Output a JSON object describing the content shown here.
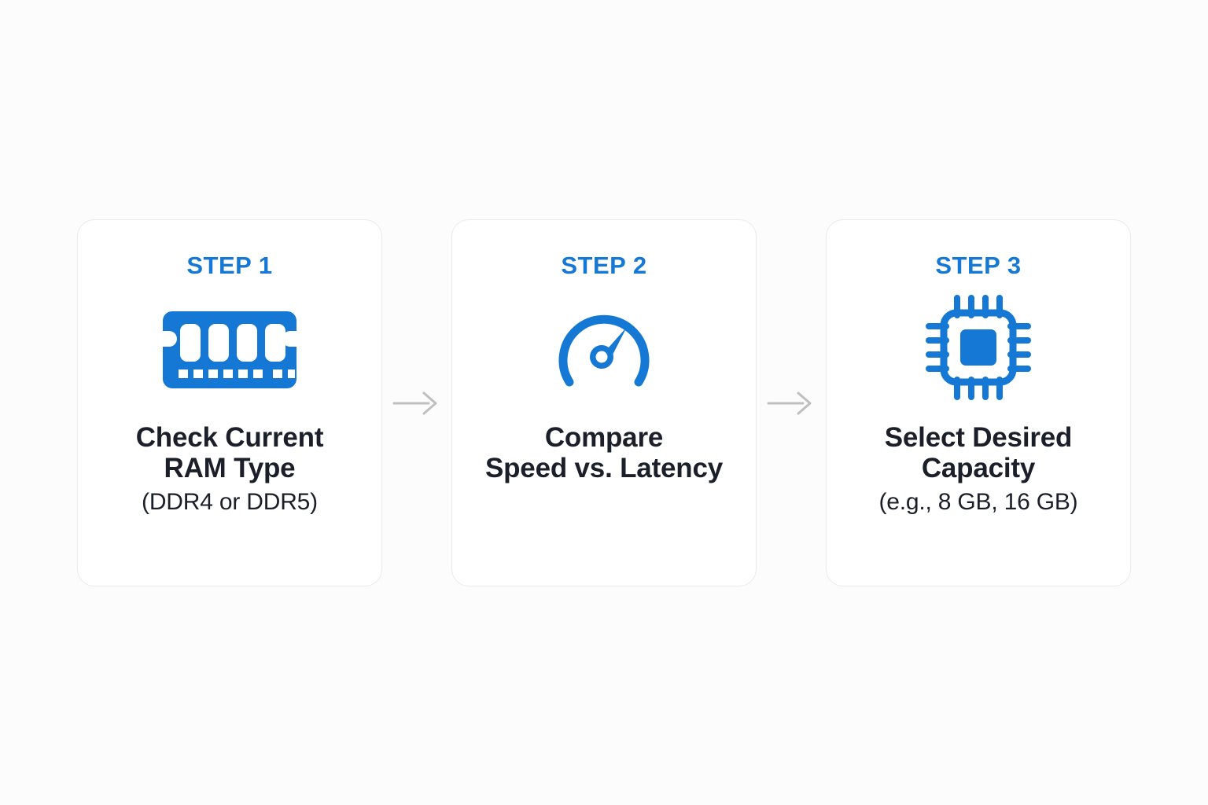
{
  "page": {
    "background_color": "#fcfcfd",
    "accent_color": "#1478d4",
    "text_color": "#1b1f2a",
    "card_background": "#ffffff",
    "card_border_color": "#e9eaec",
    "connector_color": "#bfbfbf"
  },
  "steps": [
    {
      "label": "STEP 1",
      "icon": "ram-module-icon",
      "title": "Check Current\nRAM Type",
      "subtitle": "(DDR4 or DDR5)"
    },
    {
      "label": "STEP 2",
      "icon": "speedometer-gauge-icon",
      "title": "Compare\nSpeed vs. Latency",
      "subtitle": ""
    },
    {
      "label": "STEP 3",
      "icon": "cpu-chip-icon",
      "title": "Select Desired\nCapacity",
      "subtitle": "(e.g., 8 GB, 16 GB)"
    }
  ],
  "connectors": [
    {
      "icon": "arrow-right-icon"
    },
    {
      "icon": "arrow-right-icon"
    }
  ]
}
